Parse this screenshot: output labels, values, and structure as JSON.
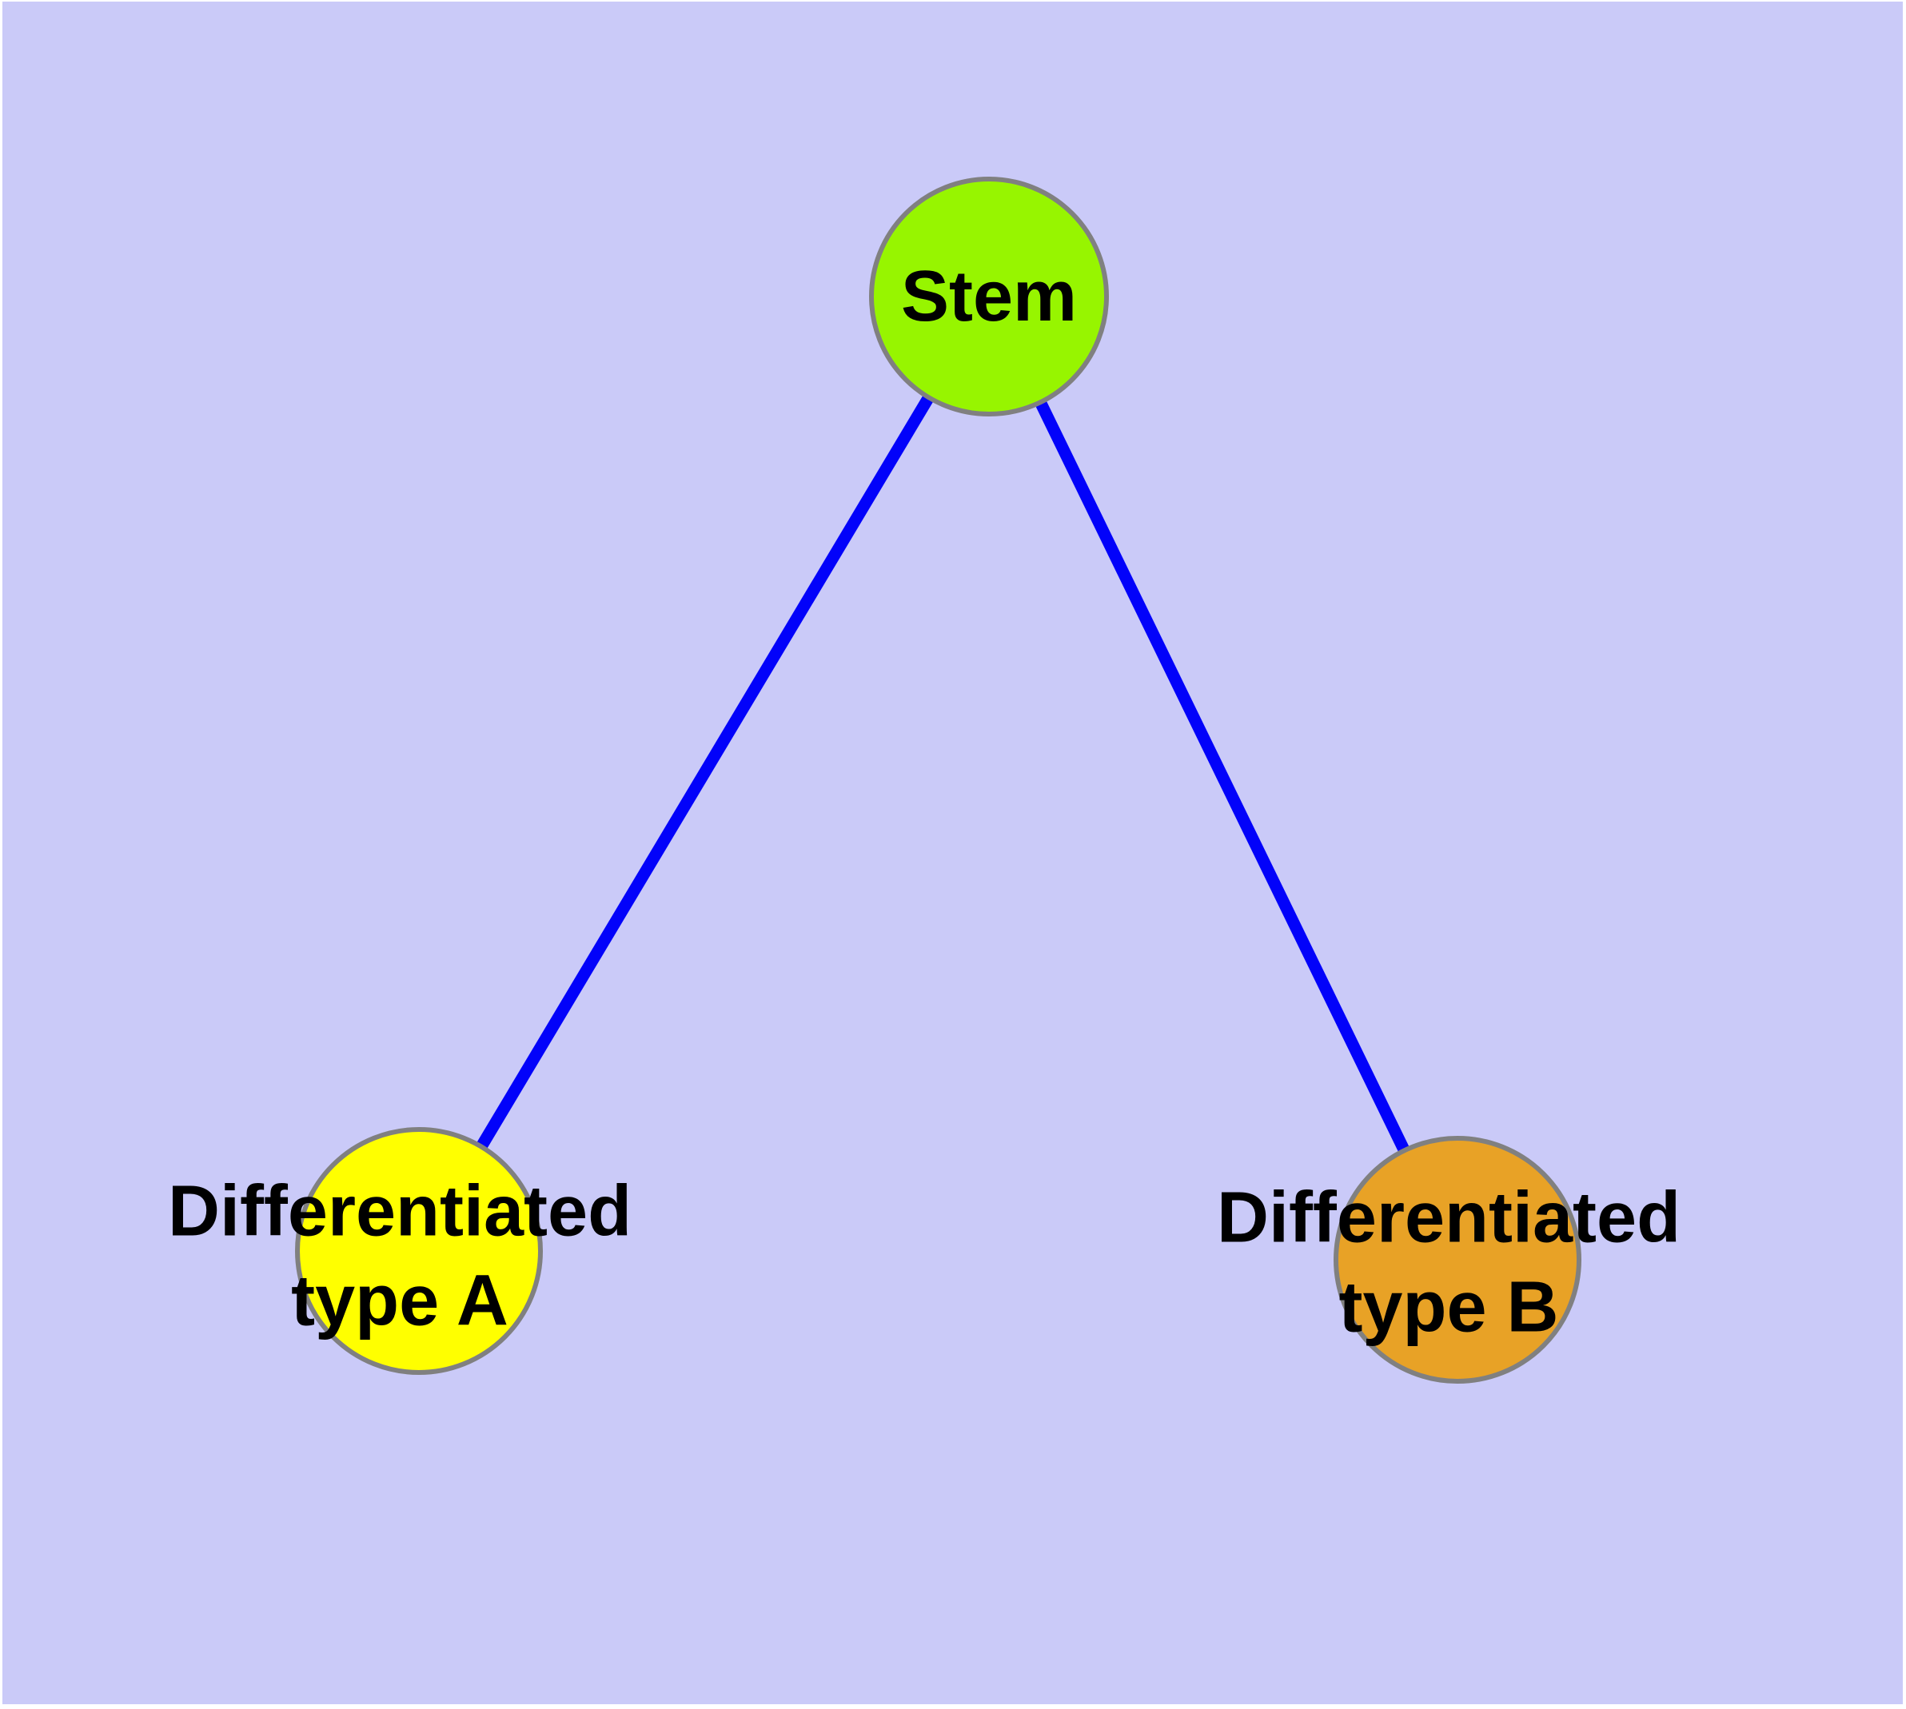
{
  "diagram": {
    "background_color": "#CACAF8",
    "frame_color": "#FFFFFF",
    "edge_color": "#0202FA",
    "node_border_color": "#808080",
    "nodes": {
      "stem": {
        "label": "Stem",
        "fill": "#97F500"
      },
      "type_a": {
        "label": "Differentiated\ntype A",
        "fill": "#FFFF00"
      },
      "type_b": {
        "label": "Differentiated\ntype B",
        "fill": "#E8A226"
      }
    },
    "edges": [
      {
        "from": "stem",
        "to": "type_a"
      },
      {
        "from": "stem",
        "to": "type_b"
      }
    ]
  }
}
